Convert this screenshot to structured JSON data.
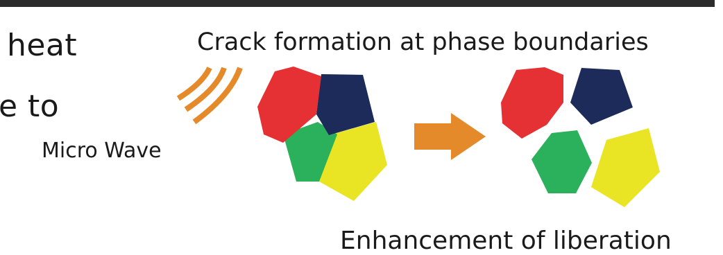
{
  "page": {
    "clipped_text": {
      "line1": "heat",
      "line2": "e to"
    },
    "labels": {
      "crack_formation": "Crack formation at phase boundaries",
      "micro_wave": "Micro Wave",
      "liberation": "Enhancement of liberation"
    },
    "colors": {
      "wave": "#E48A2B",
      "arrow": "#E48A2B",
      "red_grain": "#E63134",
      "navy_grain": "#1D2B5A",
      "green_grain": "#2BB15B",
      "yellow_grain": "#E9E524",
      "text": "#1a1a1a"
    },
    "icons": {
      "microwave": "microwave-waves-icon",
      "arrow": "right-arrow-icon"
    }
  }
}
